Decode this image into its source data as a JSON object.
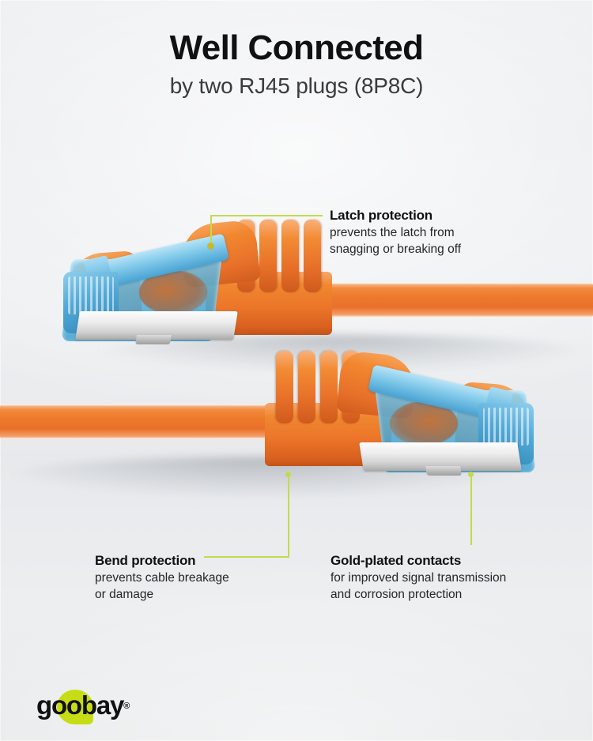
{
  "header": {
    "title": "Well Connected",
    "subtitle": "by two RJ45 plugs (8P8C)"
  },
  "callouts": [
    {
      "id": "latch-protection",
      "title": "Latch protection",
      "body": "prevents the latch from\nsnagging or breaking off"
    },
    {
      "id": "bend-protection",
      "title": "Bend protection",
      "body": "prevents cable breakage\nor damage"
    },
    {
      "id": "gold-plated-contacts",
      "title": "Gold-plated contacts",
      "body": "for improved signal transmission\nand corrosion protection"
    }
  ],
  "product": {
    "cable_color": "#ee7a2d",
    "plug_body_color": "#5ab4de",
    "shield_color": "#d8d8d8",
    "top_plug_label": "rj45-plug-top",
    "bottom_plug_label": "rj45-plug-bottom"
  },
  "logo": {
    "text": "goobay",
    "registered_mark": "®",
    "accent_color": "#c6dd15"
  },
  "theme": {
    "background": "#e9ebee",
    "leader_line_color": "#c3da4e",
    "heading_color": "#111113",
    "body_text_color": "#26262a"
  }
}
